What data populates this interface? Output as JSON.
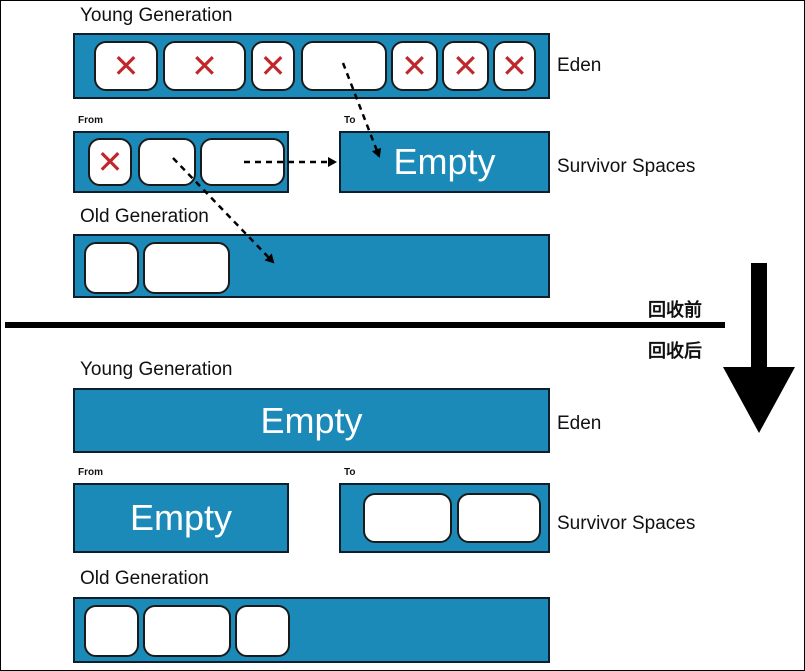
{
  "before": {
    "young_generation_label": "Young Generation",
    "eden_label": "Eden",
    "from_label": "From",
    "to_label": "To",
    "to_empty_text": "Empty",
    "survivor_spaces_label": "Survivor Spaces",
    "old_generation_label": "Old Generation",
    "dead_marker": "✕"
  },
  "after": {
    "young_generation_label": "Young Generation",
    "eden_empty_text": "Empty",
    "eden_label": "Eden",
    "from_label": "From",
    "from_empty_text": "Empty",
    "to_label": "To",
    "survivor_spaces_label": "Survivor Spaces",
    "old_generation_label": "Old Generation"
  },
  "divider": {
    "before_gc_label": "回收前",
    "after_gc_label": "回收后"
  },
  "colors": {
    "region_fill": "#1b8ab8",
    "dead_marker": "#c0262a"
  }
}
